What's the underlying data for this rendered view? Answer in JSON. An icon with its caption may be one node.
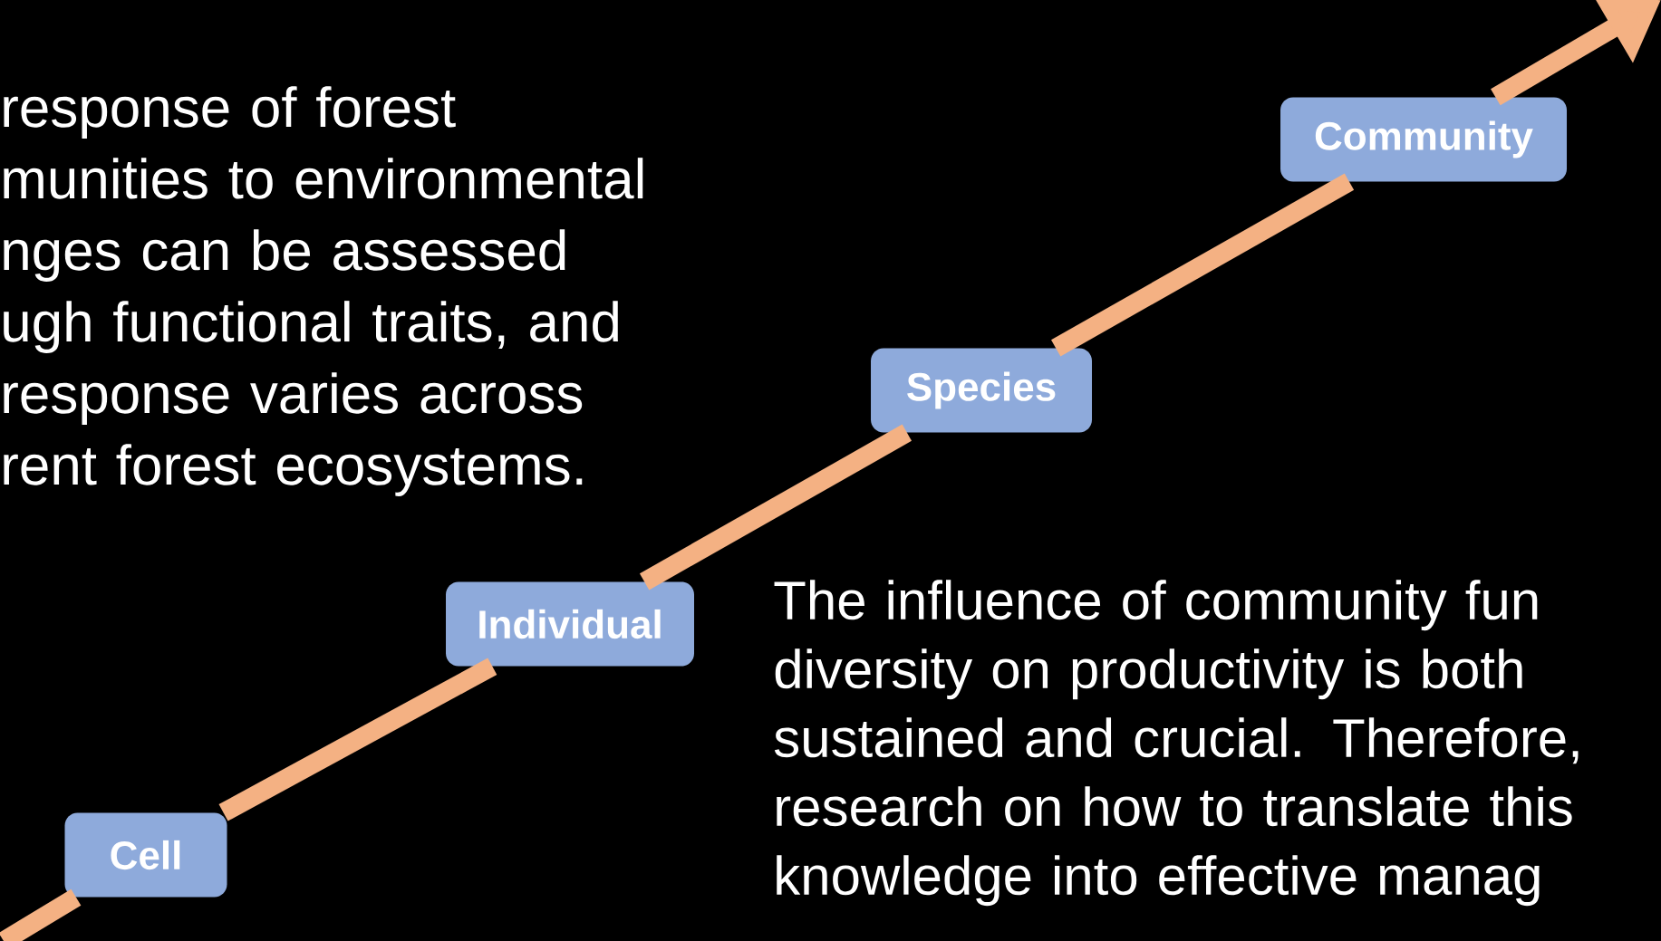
{
  "diagram": {
    "nodes": [
      {
        "text": [
          "Cell"
        ]
      },
      {
        "text": [
          "Individual"
        ]
      },
      {
        "text": [
          "Species"
        ]
      },
      {
        "text": [
          "Community"
        ]
      }
    ],
    "edges": [
      {
        "from": null,
        "to": 0,
        "arrow": "none"
      },
      {
        "from": 0,
        "to": 1,
        "arrow": "none"
      },
      {
        "from": 1,
        "to": 2,
        "arrow": "none"
      },
      {
        "from": 2,
        "to": 3,
        "arrow": "none"
      },
      {
        "from": 3,
        "to": null,
        "arrow": "to"
      }
    ],
    "labels": [
      "response of forest munities to environmental nges can be assessed ugh functional traits, and response varies across rent forest ecosystems.",
      "The influence of community fun diversity on productivity is both sustained and crucial. Therefore, research on how to translate this knowledge into effective manag"
    ]
  }
}
